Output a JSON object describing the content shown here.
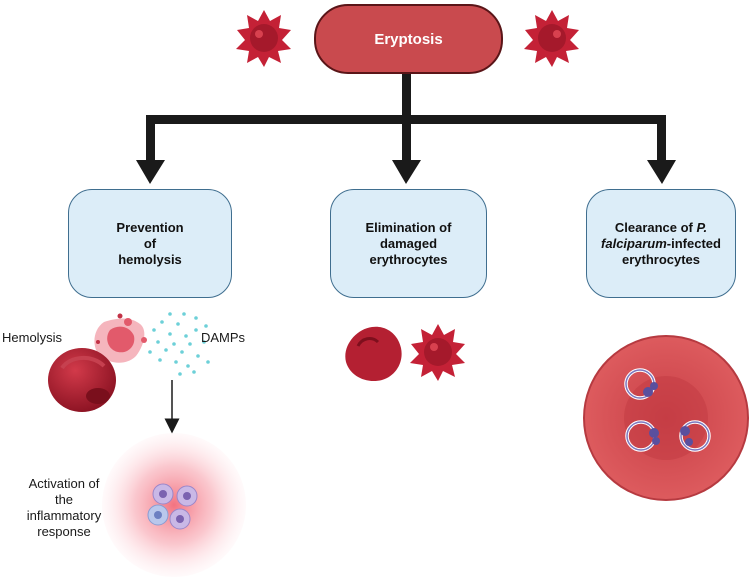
{
  "title": "Eryptosis",
  "branches": [
    {
      "line1": "Prevention",
      "line2": "of",
      "line3": "hemolysis"
    },
    {
      "line1": "Elimination of",
      "line2": "damaged",
      "line3": "erythrocytes"
    },
    {
      "line1": "Clearance of ",
      "line1_italic": "P.",
      "line2_italic": "falciparum",
      "line2_rest": "-infected",
      "line3": "erythrocytes"
    }
  ],
  "labels": {
    "hemolysis": "Hemolysis",
    "damps": "DAMPs",
    "activation": [
      "Activation of",
      "the",
      "inflammatory",
      "response"
    ]
  },
  "colors": {
    "accent": "#c94a4e",
    "cell_dark": "#a51f2e",
    "box_fill": "#dcedf8",
    "box_border": "#3f6e8f",
    "arrow": "#1a1a1a"
  }
}
